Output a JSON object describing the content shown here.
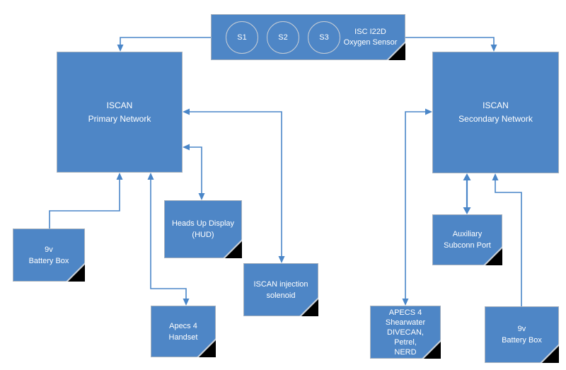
{
  "diagram": {
    "colors": {
      "node_fill": "#4e86c6",
      "node_border": "#a7b1bd",
      "connector": "#4a86c8",
      "fold": "#000000",
      "text": "#ffffff"
    },
    "nodes": {
      "oxygen_sensor": {
        "sensors": [
          "S1",
          "S2",
          "S3"
        ],
        "lines": [
          "ISC I22D",
          "Oxygen Sensor"
        ]
      },
      "primary_network": {
        "lines": [
          "ISCAN",
          "Primary Network"
        ]
      },
      "secondary_network": {
        "lines": [
          "ISCAN",
          "Secondary Network"
        ]
      },
      "battery_box_left": {
        "lines": [
          "9v",
          "Battery Box"
        ]
      },
      "heads_up_display": {
        "lines": [
          "Heads Up Display",
          "(HUD)"
        ]
      },
      "injection_solenoid": {
        "lines": [
          "ISCAN injection",
          "solenoid"
        ]
      },
      "apecs_handset": {
        "lines": [
          "Apecs 4",
          "Handset"
        ]
      },
      "aux_subconn_port": {
        "lines": [
          "Auxiliary",
          "Subconn Port"
        ]
      },
      "apecs_shearwater": {
        "lines": [
          "APECS 4",
          "Shearwater",
          "DIVECAN,",
          "Petrel,",
          "NERD"
        ]
      },
      "battery_box_right": {
        "lines": [
          "9v",
          "Battery Box"
        ]
      }
    },
    "edges": [
      {
        "from": "oxygen_sensor",
        "to": "primary_network",
        "arrows": "end"
      },
      {
        "from": "oxygen_sensor",
        "to": "secondary_network",
        "arrows": "end"
      },
      {
        "from": "primary_network",
        "to": "injection_solenoid",
        "arrows": "both"
      },
      {
        "from": "primary_network",
        "to": "heads_up_display",
        "arrows": "both"
      },
      {
        "from": "primary_network",
        "to": "apecs_handset",
        "arrows": "both"
      },
      {
        "from": "battery_box_left",
        "to": "primary_network",
        "arrows": "end"
      },
      {
        "from": "secondary_network",
        "to": "apecs_shearwater",
        "arrows": "both"
      },
      {
        "from": "secondary_network",
        "to": "aux_subconn_port",
        "arrows": "both"
      },
      {
        "from": "battery_box_right",
        "to": "secondary_network",
        "arrows": "end"
      }
    ]
  }
}
